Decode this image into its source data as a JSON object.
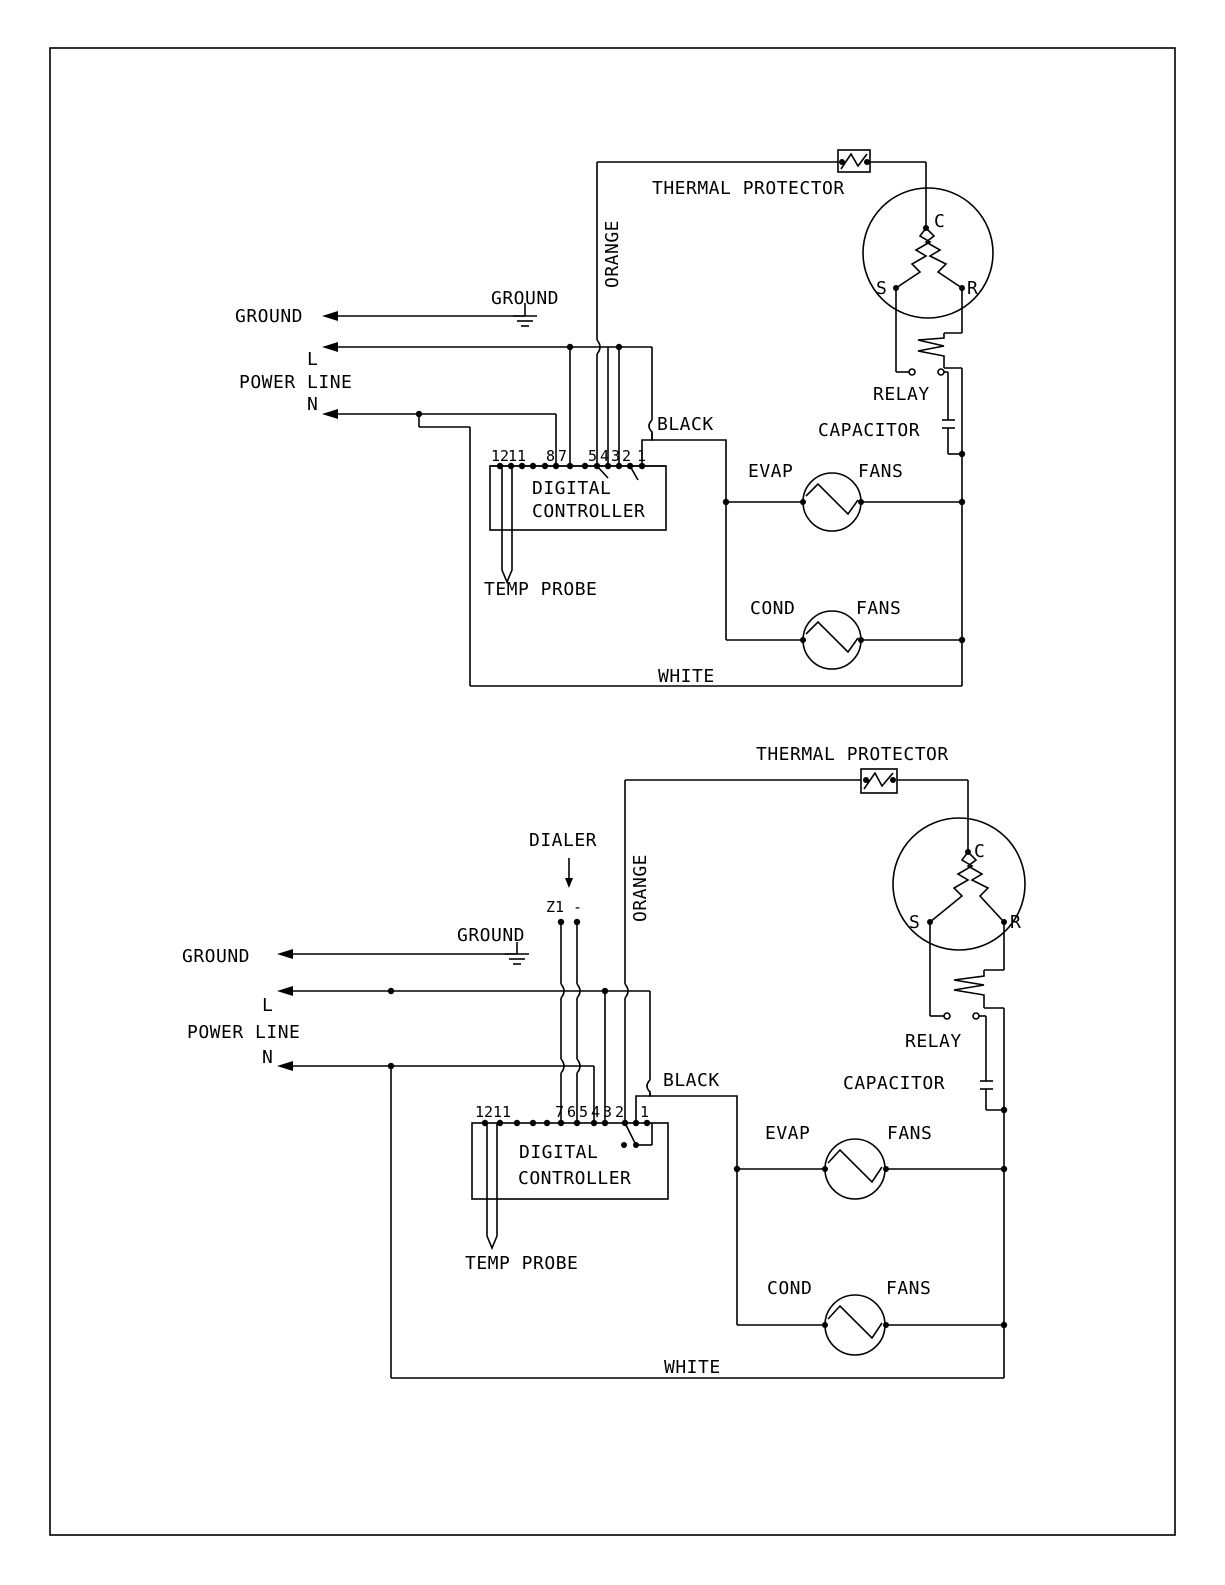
{
  "labels": {
    "ground": "GROUND",
    "l": "L",
    "power_line": "POWER LINE",
    "n": "N",
    "thermal_protector": "THERMAL PROTECTOR",
    "orange": "ORANGE",
    "black": "BLACK",
    "white": "WHITE",
    "relay": "RELAY",
    "capacitor": "CAPACITOR",
    "evap": "EVAP",
    "cond": "COND",
    "fans": "FANS",
    "digital": "DIGITAL",
    "controller": "CONTROLLER",
    "temp_probe": "TEMP PROBE",
    "c": "C",
    "s": "S",
    "r": "R",
    "dialer": "DIALER",
    "z1": "Z1",
    "minus": "-"
  },
  "diagram1": {
    "terminals": [
      "12",
      "11",
      "8",
      "7",
      "5",
      "4",
      "3",
      "2",
      "1"
    ]
  },
  "diagram2": {
    "terminals": [
      "12",
      "11",
      "7",
      "6",
      "5",
      "4",
      "3",
      "2",
      "1"
    ]
  }
}
